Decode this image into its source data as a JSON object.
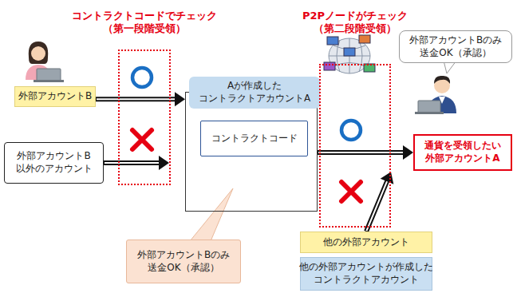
{
  "diagram": {
    "nodes": [
      {
        "text": [
          "コントラクトコードでチェック （第一段階受領）"
        ]
      },
      {
        "text": [
          "外部アカウントB"
        ]
      },
      {
        "text": [
          "外部アカウントB 以外のアカウント"
        ]
      },
      {
        "text": [
          "Aが作成した コントラクトアカウントA"
        ]
      },
      {
        "text": [
          "コントラクトコード"
        ],
        "in": 3
      },
      {
        "text": [
          "外部アカウントBのみ 送金OK（承認）"
        ]
      },
      {
        "text": [
          "P2Pノードがチェック （第二段階受領）"
        ]
      },
      {
        "text": [
          "外部アカウントBのみ 送金OK（承認）"
        ]
      },
      {
        "text": [
          "通貨を受領したい 外部アカウントA"
        ]
      },
      {
        "text": [
          "他の外部アカウント"
        ]
      },
      {
        "text": [
          "他の外部アカウントが作成した コントラクトアカウント"
        ]
      }
    ],
    "edges": [
      {
        "from": 1,
        "to": 3,
        "arrow": "to"
      },
      {
        "from": 2,
        "to": 0,
        "arrow": "to"
      },
      {
        "from": 3,
        "to": 8,
        "arrow": "to"
      },
      {
        "from": 9,
        "to": 6,
        "arrow": "to"
      }
    ]
  }
}
